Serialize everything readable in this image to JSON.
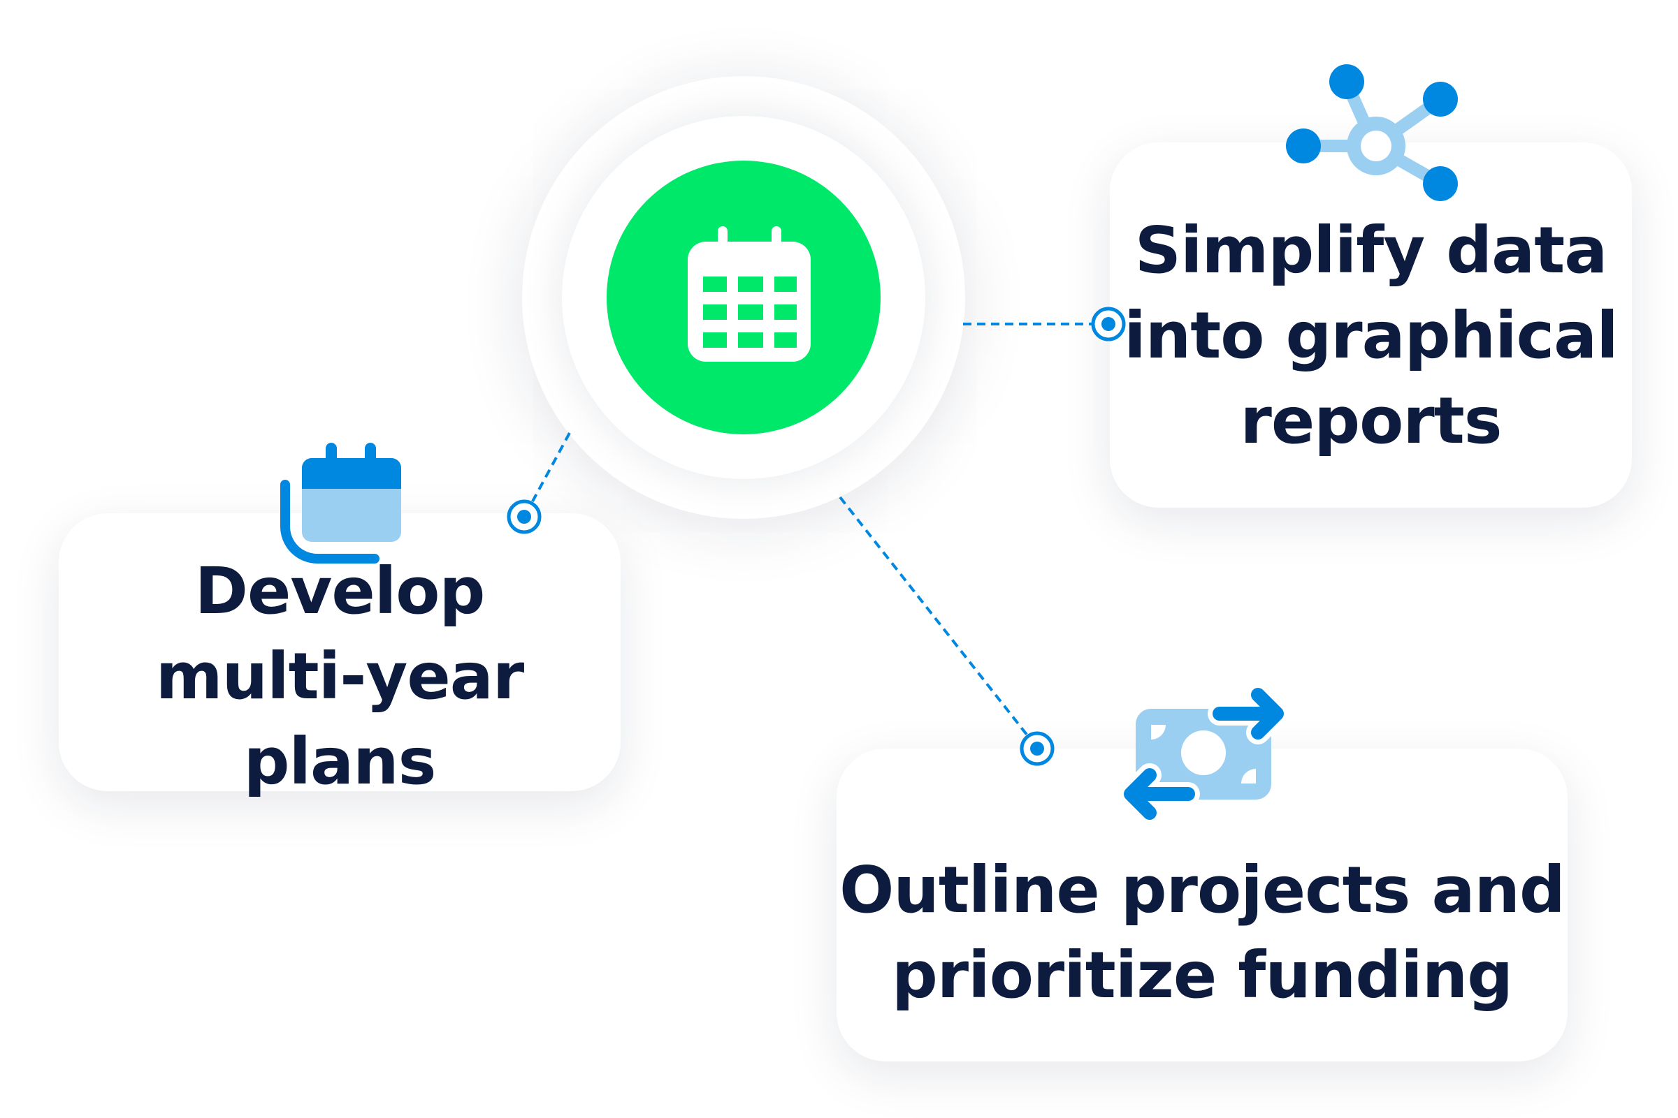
{
  "center": {
    "icon": "calendar-icon",
    "color": "#00e86a"
  },
  "cards": [
    {
      "id": "reports",
      "icon": "network-icon",
      "lines": [
        "Simplify data",
        "into graphical",
        "reports"
      ]
    },
    {
      "id": "plans",
      "icon": "calendar-stack-icon",
      "lines": [
        "Develop",
        "multi-year plans"
      ]
    },
    {
      "id": "funding",
      "icon": "money-exchange-icon",
      "lines": [
        "Outline projects and",
        "prioritize funding"
      ]
    }
  ],
  "colors": {
    "text": "#0d1b3e",
    "accent": "#0088e0",
    "accent_light": "#9acff2",
    "green": "#00e86a"
  }
}
